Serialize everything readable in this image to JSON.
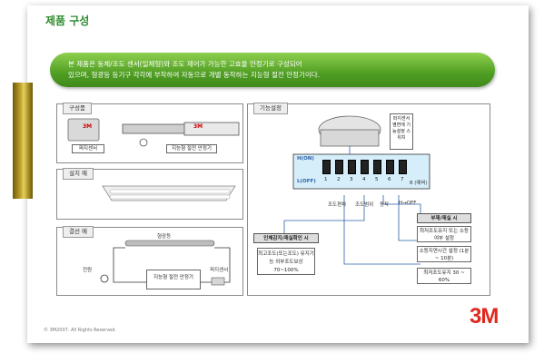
{
  "title": "제품 구성",
  "banner": {
    "line1": "본 제품은 동체/조도 센서(일체형)와 조도 제어가 가능한 고효율 안정기로 구성되어",
    "line2": "있으며, 형광등 등기구 각각에 부착하여 자동으로 개별 동작하는 지능형 절전 안정기이다."
  },
  "panels": {
    "composition": {
      "tab": "구성품",
      "sensor_label": "퍼지센서",
      "ballast_label": "지능형 절전 안정기",
      "brand": "3M"
    },
    "install": {
      "tab": "설치 예"
    },
    "wiring": {
      "tab": "결선 예",
      "lamp_label": "형광등",
      "power_label": "전원",
      "ballast_label": "지능형 절전 안정기",
      "sensor_label": "퍼지센서"
    },
    "settings": {
      "tab": "기능설정",
      "switch_note": "퍼지센서 옆면에 기능설정 스위치",
      "dipswitch": {
        "on_label": "H(ON)",
        "off_label": "L(OFF)",
        "numbers": [
          "1",
          "2",
          "3",
          "4",
          "5",
          "6",
          "7"
        ],
        "extra_label": "8 (예비)",
        "groups": [
          "조도편차",
          "조도범위",
          "동작",
          "H→OFF"
        ]
      },
      "absence": {
        "header": "부재/재실 시",
        "item1": "최저조도유지 또는 소등 여부 설정",
        "item2": "소등지연시간 설정 (1분~ 10분)",
        "item3": "최저조도유지 30 ~ 60%"
      },
      "presence": {
        "header": "인체감지/재실확인 시",
        "text": "최고조도(또는조도) 유지기능 외부조도보상 70~100%"
      }
    }
  },
  "footer": "© 3M2007. All Rights Reserved.",
  "logo": "3M"
}
